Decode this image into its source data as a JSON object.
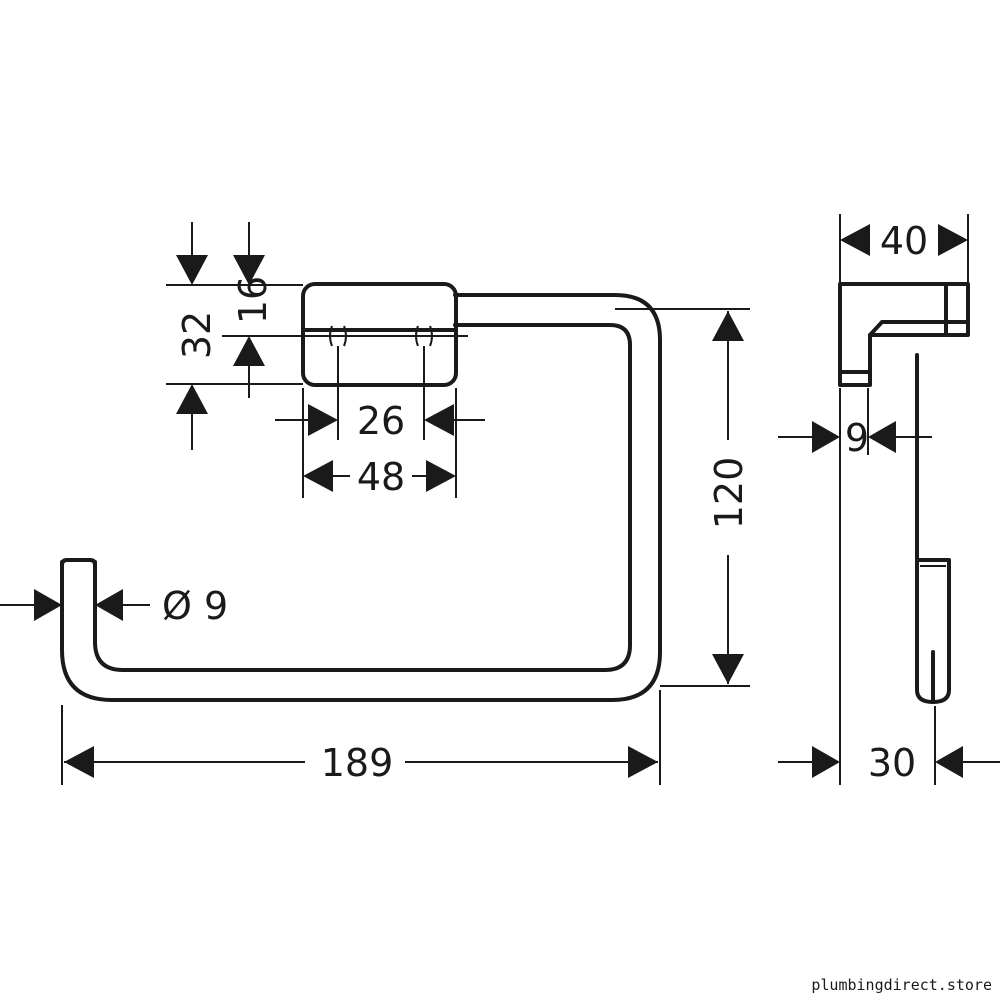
{
  "dimensions": {
    "overall_width": "189",
    "overall_height": "120",
    "rod_diameter": "Ø 9",
    "mount_height": "32",
    "mount_hole_offset": "16",
    "hole_spacing": "26",
    "mount_width": "48",
    "side_depth": "40",
    "side_thickness": "9",
    "side_ring_offset": "30"
  },
  "watermark": "plumbingdirect.store",
  "colors": {
    "line": "#1a1a1a",
    "background": "#ffffff"
  }
}
